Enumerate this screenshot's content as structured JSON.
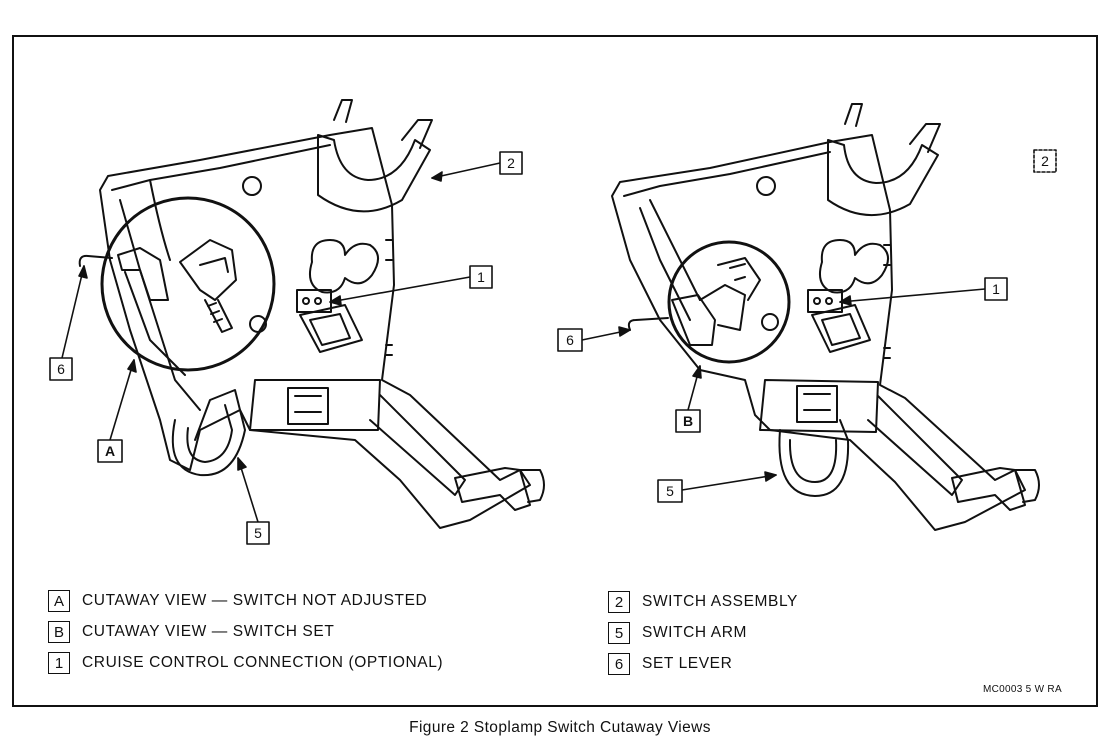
{
  "callouts": {
    "left": [
      {
        "id": "2"
      },
      {
        "id": "1"
      },
      {
        "id": "6"
      },
      {
        "id": "A"
      },
      {
        "id": "5"
      }
    ],
    "right": [
      {
        "id": "2"
      },
      {
        "id": "1"
      },
      {
        "id": "6"
      },
      {
        "id": "B"
      },
      {
        "id": "5"
      }
    ]
  },
  "legend": [
    {
      "key": "A",
      "text": "CUTAWAY VIEW — SWITCH NOT ADJUSTED"
    },
    {
      "key": "B",
      "text": "CUTAWAY VIEW — SWITCH SET"
    },
    {
      "key": "1",
      "text": "CRUISE CONTROL CONNECTION (OPTIONAL)"
    },
    {
      "key": "2",
      "text": "SWITCH ASSEMBLY"
    },
    {
      "key": "5",
      "text": "SWITCH ARM"
    },
    {
      "key": "6",
      "text": "SET LEVER"
    }
  ],
  "code": "MC0003 5 W RA",
  "caption": "Figure 2 Stoplamp Switch Cutaway Views",
  "colors": {
    "ink": "#111111",
    "paper": "#ffffff"
  }
}
